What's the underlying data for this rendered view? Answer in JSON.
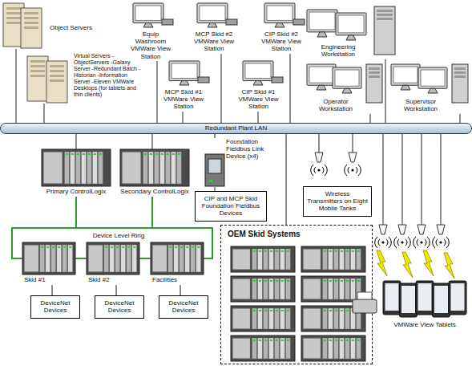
{
  "diagram": {
    "nodes": [
      {
        "text": [
          "Object Servers"
        ]
      },
      {
        "text": [
          "Virtual Servers -ObjectServers -Galaxy Server -Redundant Batch -Historian -Information Server -Eleven VMWare Desktops (for tablets and thin clients)"
        ]
      },
      {
        "text": [
          "Equip Washroom VMWare View Station"
        ]
      },
      {
        "text": [
          "MCP Skid #2 VMWare View Station"
        ]
      },
      {
        "text": [
          "CIP Skid #2 VMWare View Station"
        ]
      },
      {
        "text": [
          "Engineering Workstation"
        ]
      },
      {
        "text": [
          "MCP Skid #1 VMWare View Station"
        ]
      },
      {
        "text": [
          "CIP Skid #1 VMWare View Station"
        ]
      },
      {
        "text": [
          "Operator Workstation"
        ]
      },
      {
        "text": [
          "Supervisor Workstation"
        ]
      },
      {
        "text": [
          "Redundant Plant LAN"
        ]
      },
      {
        "text": [
          "Foundation Fieldbus Link Device (x4)"
        ]
      },
      {
        "text": [
          "Primary ControlLogix"
        ]
      },
      {
        "text": [
          "Secondary ControlLogix"
        ]
      },
      {
        "text": [
          "CIP and MCP Skid Foundation Fieldbus Devices"
        ]
      },
      {
        "text": [
          "Wireless Transmitters on Eight Mobile Tanks"
        ]
      },
      {
        "text": [
          "Skid #1"
        ]
      },
      {
        "text": [
          "Skid #2"
        ]
      },
      {
        "text": [
          "Facilities"
        ]
      },
      {
        "text": [
          "DeviceNet Devices"
        ]
      },
      {
        "text": [
          "DeviceNet Devices"
        ]
      },
      {
        "text": [
          "DeviceNet Devices"
        ]
      },
      {
        "text": [
          "OEM Skid Systems"
        ]
      },
      {
        "text": [
          "VMWare View Tablets"
        ]
      }
    ],
    "edges": [
      {
        "from": 0,
        "to": 10,
        "arrow": "none"
      },
      {
        "from": 1,
        "to": 10,
        "arrow": "none"
      },
      {
        "from": 2,
        "to": 10,
        "arrow": "none"
      },
      {
        "from": 3,
        "to": 10,
        "arrow": "none"
      },
      {
        "from": 4,
        "to": 10,
        "arrow": "none"
      },
      {
        "from": 5,
        "to": 10,
        "arrow": "none"
      },
      {
        "from": 6,
        "to": 10,
        "arrow": "none"
      },
      {
        "from": 7,
        "to": 10,
        "arrow": "none"
      },
      {
        "from": 8,
        "to": 10,
        "arrow": "none"
      },
      {
        "from": 9,
        "to": 10,
        "arrow": "none"
      },
      {
        "from": 10,
        "to": 11,
        "arrow": "none"
      },
      {
        "from": 10,
        "to": 12,
        "arrow": "none"
      },
      {
        "from": 10,
        "to": 13,
        "arrow": "none"
      },
      {
        "from": 11,
        "to": 14,
        "arrow": "none"
      },
      {
        "from": 10,
        "to": 22,
        "arrow": "none"
      },
      {
        "from": 12,
        "to": 16,
        "arrow": "none"
      },
      {
        "from": 16,
        "to": 17,
        "arrow": "none"
      },
      {
        "from": 17,
        "to": 18,
        "arrow": "none"
      },
      {
        "from": 13,
        "to": 18,
        "arrow": "none"
      },
      {
        "from": 16,
        "to": 19,
        "arrow": "none"
      },
      {
        "from": 17,
        "to": 20,
        "arrow": "none"
      },
      {
        "from": 18,
        "to": 21,
        "arrow": "none"
      }
    ],
    "labels": [
      "Device Level Ring"
    ]
  }
}
